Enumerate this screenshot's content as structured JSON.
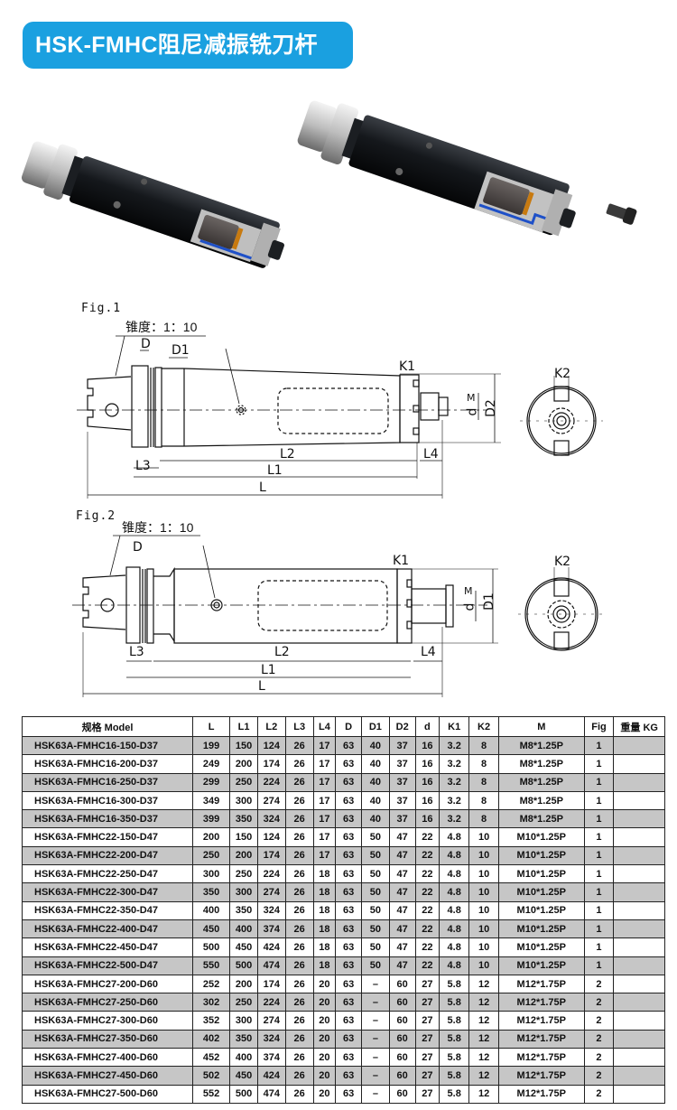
{
  "title": "HSK-FMHC阻尼减振铣刀杆",
  "figures": [
    {
      "label": "Fig.1",
      "taper": "锥度：1：10",
      "dims": {
        "D": "D",
        "D1": "D1",
        "D2": "D2",
        "K1": "K1",
        "K2": "K2",
        "L": "L",
        "L1": "L1",
        "L2": "L2",
        "L3": "L3",
        "L4": "L4",
        "M": "M",
        "d": "d"
      }
    },
    {
      "label": "Fig.2",
      "taper": "锥度：1：10",
      "dims": {
        "D": "D",
        "D1": "D1",
        "K1": "K1",
        "K2": "K2",
        "L": "L",
        "L1": "L1",
        "L2": "L2",
        "L3": "L3",
        "L4": "L4",
        "M": "M",
        "d": "d"
      }
    }
  ],
  "table": {
    "headers": [
      "规格 Model",
      "L",
      "L1",
      "L2",
      "L3",
      "L4",
      "D",
      "D1",
      "D2",
      "d",
      "K1",
      "K2",
      "M",
      "Fig",
      "重量 KG"
    ],
    "rows": [
      [
        "HSK63A-FMHC16-150-D37",
        "199",
        "150",
        "124",
        "26",
        "17",
        "63",
        "40",
        "37",
        "16",
        "3.2",
        "8",
        "M8*1.25P",
        "1",
        ""
      ],
      [
        "HSK63A-FMHC16-200-D37",
        "249",
        "200",
        "174",
        "26",
        "17",
        "63",
        "40",
        "37",
        "16",
        "3.2",
        "8",
        "M8*1.25P",
        "1",
        ""
      ],
      [
        "HSK63A-FMHC16-250-D37",
        "299",
        "250",
        "224",
        "26",
        "17",
        "63",
        "40",
        "37",
        "16",
        "3.2",
        "8",
        "M8*1.25P",
        "1",
        ""
      ],
      [
        "HSK63A-FMHC16-300-D37",
        "349",
        "300",
        "274",
        "26",
        "17",
        "63",
        "40",
        "37",
        "16",
        "3.2",
        "8",
        "M8*1.25P",
        "1",
        ""
      ],
      [
        "HSK63A-FMHC16-350-D37",
        "399",
        "350",
        "324",
        "26",
        "17",
        "63",
        "40",
        "37",
        "16",
        "3.2",
        "8",
        "M8*1.25P",
        "1",
        ""
      ],
      [
        "HSK63A-FMHC22-150-D47",
        "200",
        "150",
        "124",
        "26",
        "17",
        "63",
        "50",
        "47",
        "22",
        "4.8",
        "10",
        "M10*1.25P",
        "1",
        ""
      ],
      [
        "HSK63A-FMHC22-200-D47",
        "250",
        "200",
        "174",
        "26",
        "17",
        "63",
        "50",
        "47",
        "22",
        "4.8",
        "10",
        "M10*1.25P",
        "1",
        ""
      ],
      [
        "HSK63A-FMHC22-250-D47",
        "300",
        "250",
        "224",
        "26",
        "18",
        "63",
        "50",
        "47",
        "22",
        "4.8",
        "10",
        "M10*1.25P",
        "1",
        ""
      ],
      [
        "HSK63A-FMHC22-300-D47",
        "350",
        "300",
        "274",
        "26",
        "18",
        "63",
        "50",
        "47",
        "22",
        "4.8",
        "10",
        "M10*1.25P",
        "1",
        ""
      ],
      [
        "HSK63A-FMHC22-350-D47",
        "400",
        "350",
        "324",
        "26",
        "18",
        "63",
        "50",
        "47",
        "22",
        "4.8",
        "10",
        "M10*1.25P",
        "1",
        ""
      ],
      [
        "HSK63A-FMHC22-400-D47",
        "450",
        "400",
        "374",
        "26",
        "18",
        "63",
        "50",
        "47",
        "22",
        "4.8",
        "10",
        "M10*1.25P",
        "1",
        ""
      ],
      [
        "HSK63A-FMHC22-450-D47",
        "500",
        "450",
        "424",
        "26",
        "18",
        "63",
        "50",
        "47",
        "22",
        "4.8",
        "10",
        "M10*1.25P",
        "1",
        ""
      ],
      [
        "HSK63A-FMHC22-500-D47",
        "550",
        "500",
        "474",
        "26",
        "18",
        "63",
        "50",
        "47",
        "22",
        "4.8",
        "10",
        "M10*1.25P",
        "1",
        ""
      ],
      [
        "HSK63A-FMHC27-200-D60",
        "252",
        "200",
        "174",
        "26",
        "20",
        "63",
        "–",
        "60",
        "27",
        "5.8",
        "12",
        "M12*1.75P",
        "2",
        ""
      ],
      [
        "HSK63A-FMHC27-250-D60",
        "302",
        "250",
        "224",
        "26",
        "20",
        "63",
        "–",
        "60",
        "27",
        "5.8",
        "12",
        "M12*1.75P",
        "2",
        ""
      ],
      [
        "HSK63A-FMHC27-300-D60",
        "352",
        "300",
        "274",
        "26",
        "20",
        "63",
        "–",
        "60",
        "27",
        "5.8",
        "12",
        "M12*1.75P",
        "2",
        ""
      ],
      [
        "HSK63A-FMHC27-350-D60",
        "402",
        "350",
        "324",
        "26",
        "20",
        "63",
        "–",
        "60",
        "27",
        "5.8",
        "12",
        "M12*1.75P",
        "2",
        ""
      ],
      [
        "HSK63A-FMHC27-400-D60",
        "452",
        "400",
        "374",
        "26",
        "20",
        "63",
        "–",
        "60",
        "27",
        "5.8",
        "12",
        "M12*1.75P",
        "2",
        ""
      ],
      [
        "HSK63A-FMHC27-450-D60",
        "502",
        "450",
        "424",
        "26",
        "20",
        "63",
        "–",
        "60",
        "27",
        "5.8",
        "12",
        "M12*1.75P",
        "2",
        ""
      ],
      [
        "HSK63A-FMHC27-500-D60",
        "552",
        "500",
        "474",
        "26",
        "20",
        "63",
        "–",
        "60",
        "27",
        "5.8",
        "12",
        "M12*1.75P",
        "2",
        ""
      ]
    ]
  },
  "colors": {
    "title_bg": "#1aa0e0",
    "row_shade": "#c6c6c6",
    "tool_body": "#111418",
    "accent_blue": "#1e50c8",
    "accent_orange": "#c87a10"
  }
}
